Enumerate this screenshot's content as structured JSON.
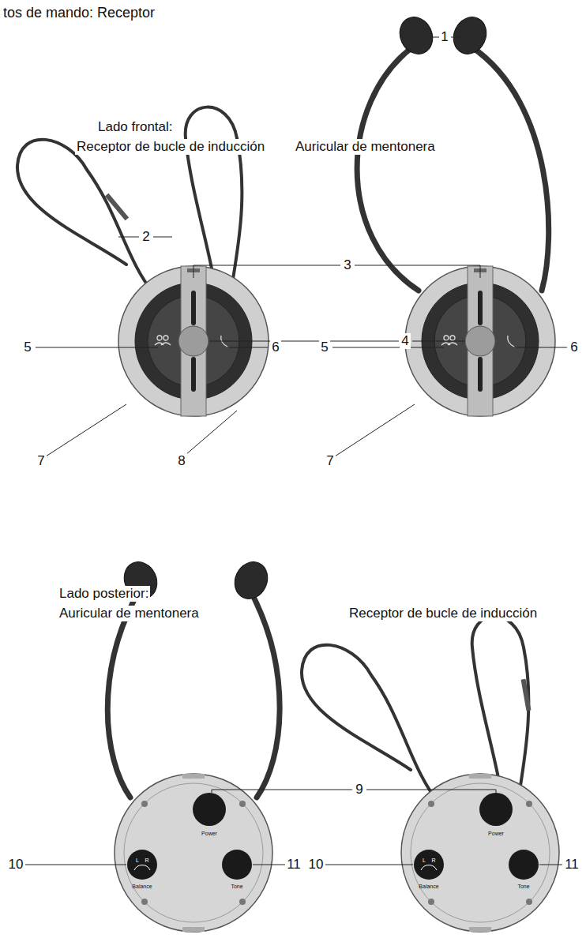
{
  "diagram": {
    "title": "tos de mando: Receptor",
    "labels": [
      "Lado frontal:",
      "Receptor de bucle de inducción",
      "Auricular de mentonera",
      "1",
      "2",
      "3",
      "4",
      "5",
      "6",
      "7",
      "8",
      "5",
      "6",
      "7",
      "Lado posterior:",
      "Auricular de mentonera",
      "Receptor de bucle de inducción",
      "9",
      "10",
      "11",
      "10",
      "11",
      "Power",
      "L",
      "R",
      "Balance",
      "Tone",
      "Power",
      "L",
      "R",
      "Balance",
      "Tone"
    ]
  }
}
